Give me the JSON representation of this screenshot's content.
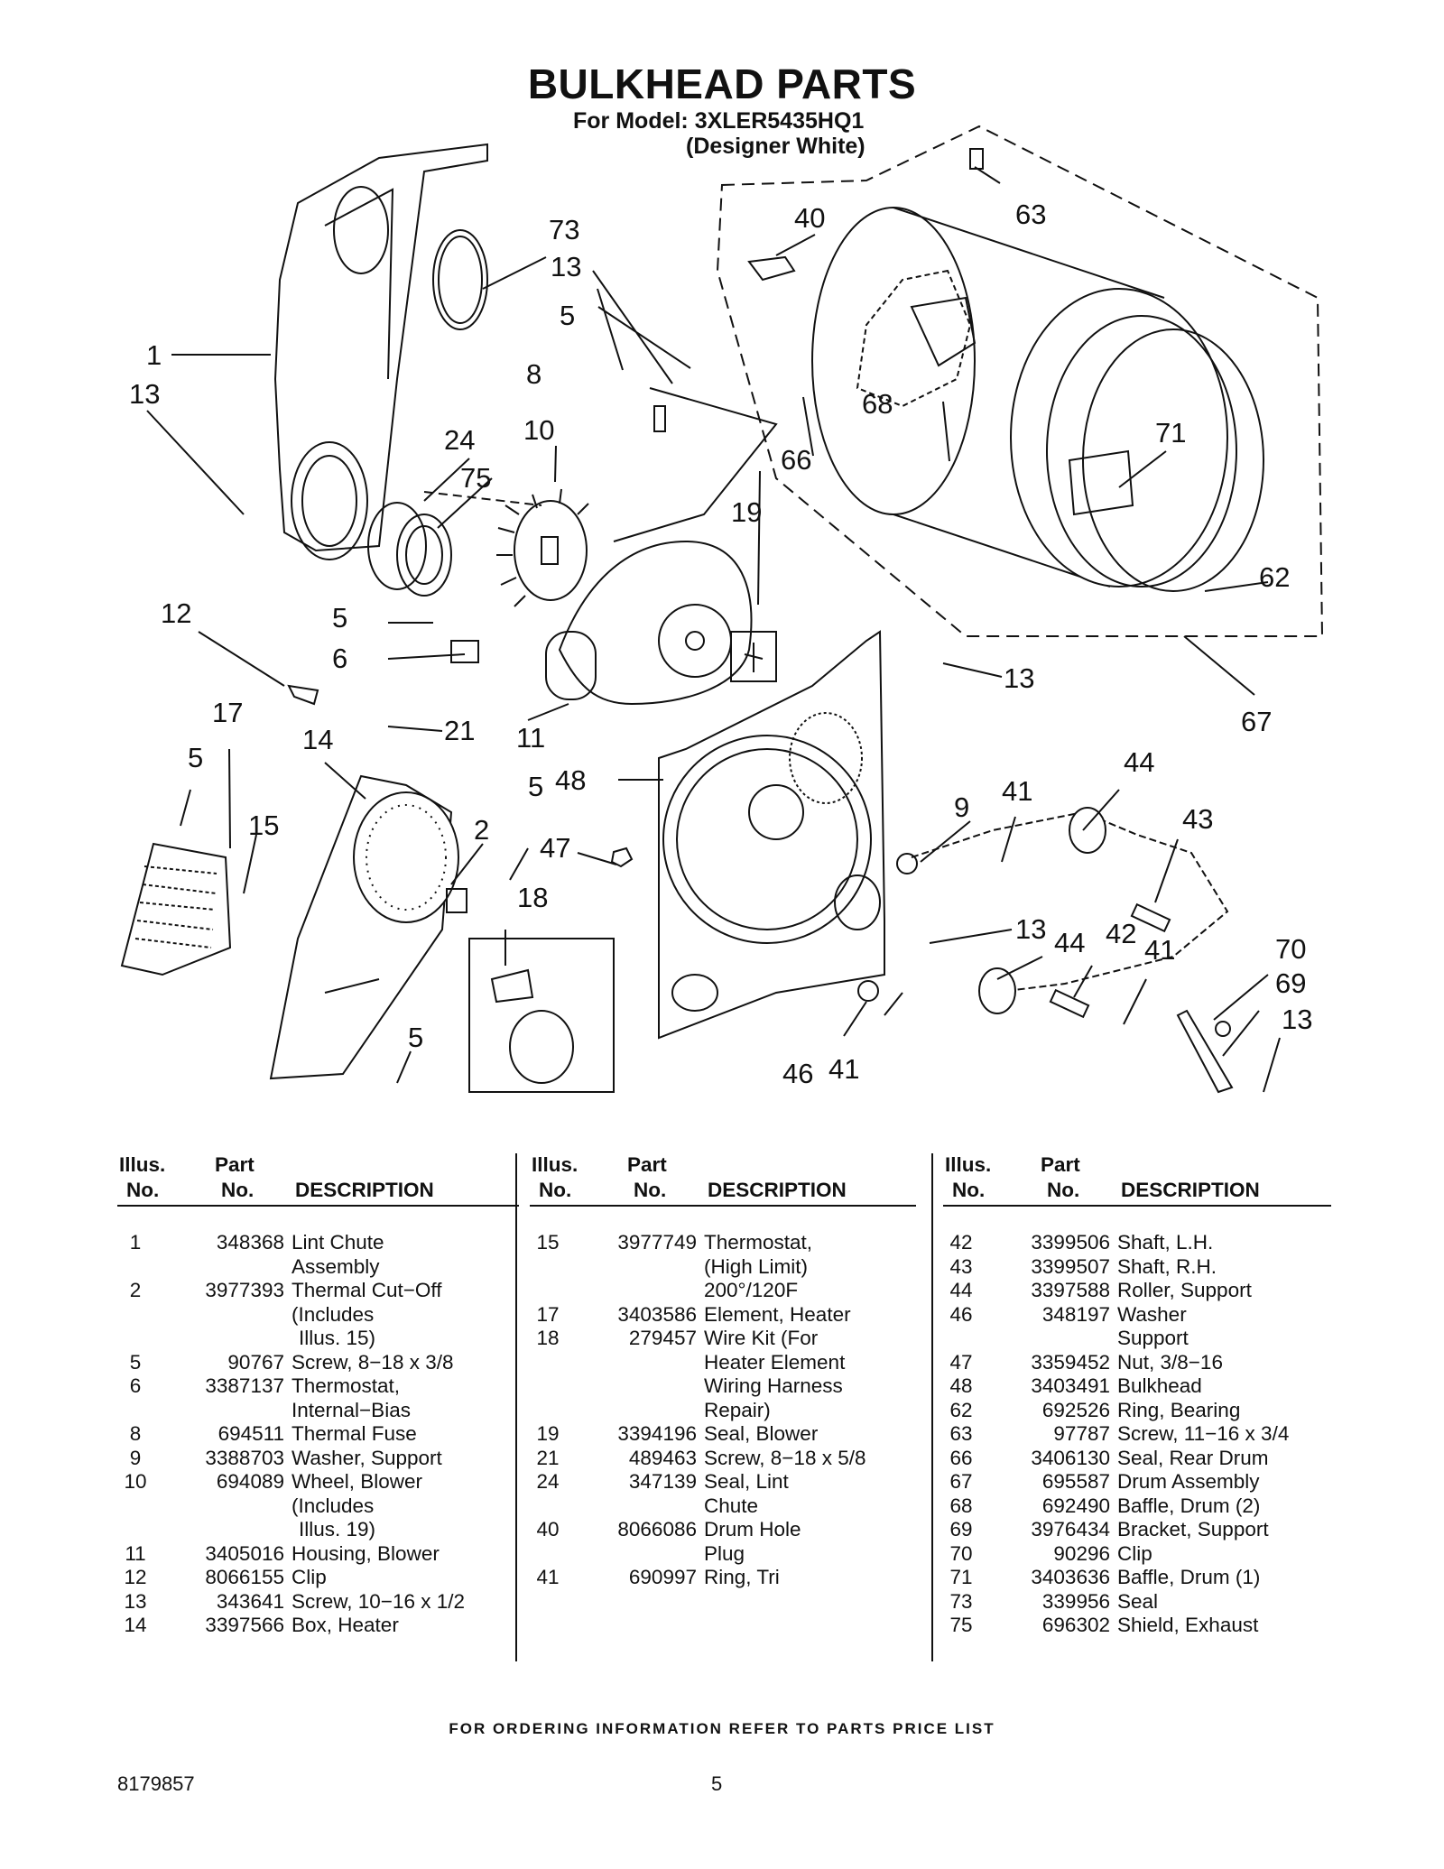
{
  "header": {
    "title": "BULKHEAD PARTS",
    "model_line": "For Model: 3XLER5435HQ1",
    "color_line": "(Designer White)"
  },
  "diagram": {
    "callouts": [
      "1",
      "13",
      "73",
      "13",
      "5",
      "8",
      "10",
      "24",
      "75",
      "19",
      "40",
      "63",
      "68",
      "66",
      "71",
      "62",
      "67",
      "12",
      "5",
      "6",
      "21",
      "11",
      "13",
      "17",
      "5",
      "14",
      "15",
      "2",
      "5",
      "48",
      "47",
      "18",
      "9",
      "41",
      "44",
      "43",
      "13",
      "44",
      "42",
      "41",
      "70",
      "69",
      "13",
      "5",
      "46",
      "41"
    ]
  },
  "table": {
    "headers": {
      "illus_top": "Illus.",
      "illus_bottom": "No.",
      "part_top": "Part",
      "part_bottom": "No.",
      "description": "DESCRIPTION"
    },
    "columns": [
      [
        {
          "illus": "1",
          "part": "348368",
          "desc": [
            "Lint Chute",
            "Assembly"
          ]
        },
        {
          "illus": "2",
          "part": "3977393",
          "desc": [
            "Thermal Cut−Off",
            "(Includes",
            "Illus. 15)"
          ]
        },
        {
          "illus": "5",
          "part": "90767",
          "desc": [
            "Screw, 8−18 x 3/8"
          ]
        },
        {
          "illus": "6",
          "part": "3387137",
          "desc": [
            "Thermostat,",
            "Internal−Bias"
          ]
        },
        {
          "illus": "8",
          "part": "694511",
          "desc": [
            "Thermal Fuse"
          ]
        },
        {
          "illus": "9",
          "part": "3388703",
          "desc": [
            "Washer, Support"
          ]
        },
        {
          "illus": "10",
          "part": "694089",
          "desc": [
            "Wheel, Blower",
            "(Includes",
            "Illus. 19)"
          ]
        },
        {
          "illus": "11",
          "part": "3405016",
          "desc": [
            "Housing, Blower"
          ]
        },
        {
          "illus": "12",
          "part": "8066155",
          "desc": [
            "Clip"
          ]
        },
        {
          "illus": "13",
          "part": "343641",
          "desc": [
            "Screw, 10−16 x 1/2"
          ]
        },
        {
          "illus": "14",
          "part": "3397566",
          "desc": [
            "Box, Heater"
          ]
        }
      ],
      [
        {
          "illus": "15",
          "part": "3977749",
          "desc": [
            "Thermostat,",
            "(High Limit)",
            "200°/120F"
          ]
        },
        {
          "illus": "17",
          "part": "3403586",
          "desc": [
            "Element, Heater"
          ]
        },
        {
          "illus": "18",
          "part": "279457",
          "desc": [
            "Wire Kit (For",
            "Heater Element",
            "Wiring Harness",
            "Repair)"
          ]
        },
        {
          "illus": "19",
          "part": "3394196",
          "desc": [
            "Seal, Blower"
          ]
        },
        {
          "illus": "21",
          "part": "489463",
          "desc": [
            "Screw, 8−18 x 5/8"
          ]
        },
        {
          "illus": "24",
          "part": "347139",
          "desc": [
            "Seal, Lint",
            "Chute"
          ]
        },
        {
          "illus": "40",
          "part": "8066086",
          "desc": [
            "Drum Hole",
            "Plug"
          ]
        },
        {
          "illus": "41",
          "part": "690997",
          "desc": [
            "Ring, Tri"
          ]
        }
      ],
      [
        {
          "illus": "42",
          "part": "3399506",
          "desc": [
            "Shaft, L.H."
          ]
        },
        {
          "illus": "43",
          "part": "3399507",
          "desc": [
            "Shaft, R.H."
          ]
        },
        {
          "illus": "44",
          "part": "3397588",
          "desc": [
            "Roller, Support"
          ]
        },
        {
          "illus": "46",
          "part": "348197",
          "desc": [
            "Washer",
            "Support"
          ]
        },
        {
          "illus": "47",
          "part": "3359452",
          "desc": [
            "Nut, 3/8−16"
          ]
        },
        {
          "illus": "48",
          "part": "3403491",
          "desc": [
            "Bulkhead"
          ]
        },
        {
          "illus": "62",
          "part": "692526",
          "desc": [
            "Ring, Bearing"
          ]
        },
        {
          "illus": "63",
          "part": "97787",
          "desc": [
            "Screw, 11−16 x 3/4"
          ]
        },
        {
          "illus": "66",
          "part": "3406130",
          "desc": [
            "Seal, Rear Drum"
          ]
        },
        {
          "illus": "67",
          "part": "695587",
          "desc": [
            "Drum Assembly"
          ]
        },
        {
          "illus": "68",
          "part": "692490",
          "desc": [
            "Baffle, Drum (2)"
          ]
        },
        {
          "illus": "69",
          "part": "3976434",
          "desc": [
            "Bracket, Support"
          ]
        },
        {
          "illus": "70",
          "part": "90296",
          "desc": [
            "Clip"
          ]
        },
        {
          "illus": "71",
          "part": "3403636",
          "desc": [
            "Baffle, Drum (1)"
          ]
        },
        {
          "illus": "73",
          "part": "339956",
          "desc": [
            "Seal"
          ]
        },
        {
          "illus": "75",
          "part": "696302",
          "desc": [
            "Shield, Exhaust"
          ]
        }
      ]
    ]
  },
  "footer": {
    "ordering_note": "FOR ORDERING INFORMATION REFER TO PARTS PRICE LIST",
    "doc_number": "8179857",
    "page_number": "5"
  }
}
